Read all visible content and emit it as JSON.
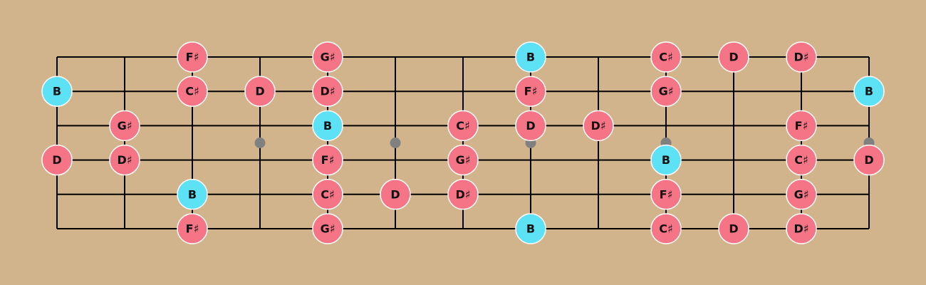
{
  "colors": {
    "background": "#D2B48C",
    "line": "#000000",
    "inlay": "#808080",
    "root_note": "#5CE1F5",
    "scale_note": "#F57485",
    "note_border": "#FFFFFF"
  },
  "fretboard": {
    "strings": 6,
    "frets": 12,
    "inlay_frets": [
      3,
      5,
      7,
      9,
      12
    ]
  },
  "notes": [
    {
      "string": 1,
      "fret": 2,
      "label": "F♯",
      "root": false
    },
    {
      "string": 1,
      "fret": 4,
      "label": "G♯",
      "root": false
    },
    {
      "string": 1,
      "fret": 7,
      "label": "B",
      "root": true
    },
    {
      "string": 1,
      "fret": 9,
      "label": "C♯",
      "root": false
    },
    {
      "string": 1,
      "fret": 10,
      "label": "D",
      "root": false
    },
    {
      "string": 1,
      "fret": 11,
      "label": "D♯",
      "root": false
    },
    {
      "string": 2,
      "fret": 0,
      "label": "B",
      "root": true
    },
    {
      "string": 2,
      "fret": 2,
      "label": "C♯",
      "root": false
    },
    {
      "string": 2,
      "fret": 3,
      "label": "D",
      "root": false
    },
    {
      "string": 2,
      "fret": 4,
      "label": "D♯",
      "root": false
    },
    {
      "string": 2,
      "fret": 7,
      "label": "F♯",
      "root": false
    },
    {
      "string": 2,
      "fret": 9,
      "label": "G♯",
      "root": false
    },
    {
      "string": 2,
      "fret": 12,
      "label": "B",
      "root": true
    },
    {
      "string": 3,
      "fret": 1,
      "label": "G♯",
      "root": false
    },
    {
      "string": 3,
      "fret": 4,
      "label": "B",
      "root": true
    },
    {
      "string": 3,
      "fret": 6,
      "label": "C♯",
      "root": false
    },
    {
      "string": 3,
      "fret": 7,
      "label": "D",
      "root": false
    },
    {
      "string": 3,
      "fret": 8,
      "label": "D♯",
      "root": false
    },
    {
      "string": 3,
      "fret": 11,
      "label": "F♯",
      "root": false
    },
    {
      "string": 4,
      "fret": 0,
      "label": "D",
      "root": false
    },
    {
      "string": 4,
      "fret": 1,
      "label": "D♯",
      "root": false
    },
    {
      "string": 4,
      "fret": 4,
      "label": "F♯",
      "root": false
    },
    {
      "string": 4,
      "fret": 6,
      "label": "G♯",
      "root": false
    },
    {
      "string": 4,
      "fret": 9,
      "label": "B",
      "root": true
    },
    {
      "string": 4,
      "fret": 11,
      "label": "C♯",
      "root": false
    },
    {
      "string": 4,
      "fret": 12,
      "label": "D",
      "root": false
    },
    {
      "string": 5,
      "fret": 2,
      "label": "B",
      "root": true
    },
    {
      "string": 5,
      "fret": 4,
      "label": "C♯",
      "root": false
    },
    {
      "string": 5,
      "fret": 5,
      "label": "D",
      "root": false
    },
    {
      "string": 5,
      "fret": 6,
      "label": "D♯",
      "root": false
    },
    {
      "string": 5,
      "fret": 9,
      "label": "F♯",
      "root": false
    },
    {
      "string": 5,
      "fret": 11,
      "label": "G♯",
      "root": false
    },
    {
      "string": 6,
      "fret": 2,
      "label": "F♯",
      "root": false
    },
    {
      "string": 6,
      "fret": 4,
      "label": "G♯",
      "root": false
    },
    {
      "string": 6,
      "fret": 7,
      "label": "B",
      "root": true
    },
    {
      "string": 6,
      "fret": 9,
      "label": "C♯",
      "root": false
    },
    {
      "string": 6,
      "fret": 10,
      "label": "D",
      "root": false
    },
    {
      "string": 6,
      "fret": 11,
      "label": "D♯",
      "root": false
    }
  ]
}
